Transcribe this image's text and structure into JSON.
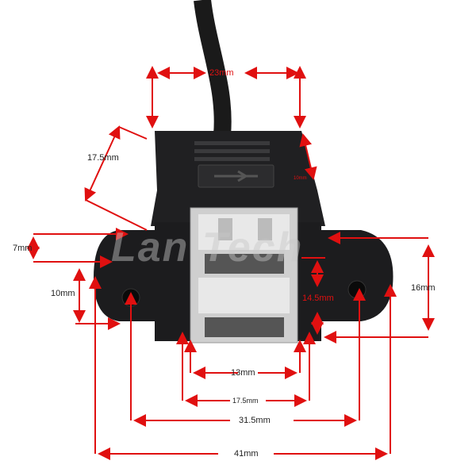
{
  "watermark": "Lan Tech",
  "colors": {
    "annotation": "#e01010",
    "body": "#1c1c1e",
    "metal": "#d8d8d8"
  },
  "dimensions": {
    "top_width": "23mm",
    "depth": "17.5mm",
    "body_height_small": "10mm",
    "flange_height": "7mm",
    "hole_height": "10mm",
    "port_height": "14.5mm",
    "overall_height": "16mm",
    "port_width": "13mm",
    "opening_width": "17.5mm",
    "hole_spacing": "31.5mm",
    "overall_width": "41mm"
  }
}
